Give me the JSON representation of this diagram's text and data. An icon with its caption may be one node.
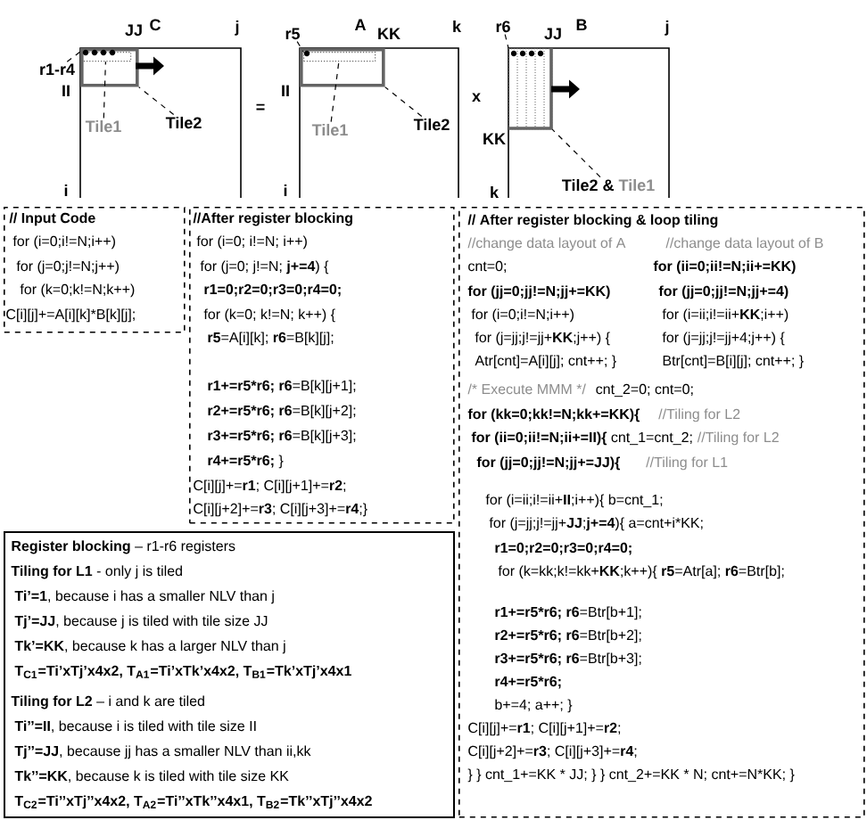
{
  "diagram": {
    "nodes": [
      {
        "text": [
          "C"
        ]
      },
      {
        "text": [],
        "shape": "box",
        "in": 0
      },
      {
        "text": [],
        "shape": "box",
        "in": 1
      },
      {
        "text": [
          "r1-r4"
        ]
      },
      {
        "text": [
          "Tile1"
        ],
        "in": 0
      },
      {
        "text": [
          "Tile2"
        ],
        "in": 0
      },
      {
        "text": [
          "A"
        ]
      },
      {
        "text": [],
        "shape": "box",
        "in": 6
      },
      {
        "text": [],
        "shape": "box",
        "in": 7
      },
      {
        "text": [
          "r5"
        ]
      },
      {
        "text": [
          "Tile1"
        ],
        "in": 6
      },
      {
        "text": [
          "Tile2"
        ],
        "in": 6
      },
      {
        "text": [
          "B"
        ]
      },
      {
        "text": [],
        "shape": "box",
        "in": 12
      },
      {
        "text": [
          "r6"
        ]
      },
      {
        "text": [
          "Tile2 &",
          "Tile1"
        ],
        "in": 12
      },
      {
        "text": [
          "// Input Code",
          "for (i=0;i!=N;i++)",
          "for (j=0;j!=N;j++)",
          "for (k=0;k!=N;k++)",
          "C[i][j]+=A[i][k]*B[k][j];"
        ]
      },
      {
        "text": [
          "//After register blocking",
          "for (i=0; i!=N; i++)",
          "for (j=0; j!=N; **j+=4**) {",
          "r1=0;r2=0;r3=0;r4=0;",
          "for (k=0; k!=N; k++) {",
          "**r5**=A[i][k]; **r6**=B[k][j];",
          "**r1+=r5*r6; r6**=B[k][j+1];",
          "**r2+=r5*r6; r6**=B[k][j+2];",
          "**r3+=r5*r6; r6**=B[k][j+3];",
          "**r4+=r5*r6;** }",
          "C[i][j]+=**r1**; C[i][j+1]+=**r2**;",
          "C[i][j+2]+=**r3**; C[i][j+3]+=**r4**;}"
        ]
      },
      {
        "text": [
          "// After register blocking & loop tiling",
          "//change data layout of A",
          "//change data layout of B",
          "cnt=0;",
          "for (ii=0;ii!=N;ii+=KK)",
          "for (jj=0;jj!=N;jj+=KK)",
          "for (jj=0;jj!=N;jj+=4)",
          "for (i=0;i!=N;i++)",
          "for (i=ii;i!=ii+**KK**;i++)",
          "for (j=jj;j!=jj+**KK**;j++) {",
          "for (j=jj;j!=jj+4;j++) {",
          "Atr[cnt]=A[i][j]; cnt++; }",
          "Btr[cnt]=B[i][j]; cnt++; }",
          "/* Execute MMM */",
          "cnt_2=0; cnt=0;",
          "for (kk=0;kk!=N;kk+=KK){",
          "//Tiling for L2",
          "**for (ii=0;ii!=N;ii+=II){** cnt_1=cnt_2;",
          "//Tiling for L2",
          "for (jj=0;jj!=N;jj+=JJ){",
          "//Tiling for L1",
          "for (i=ii;i!=ii+**II**;i++){ b=cnt_1;",
          "for (j=jj;j!=jj+**JJ**;**j+=4**){ a=cnt+i*KK;",
          "r1=0;r2=0;r3=0;r4=0;",
          "for (k=kk;k!=kk+**KK**;k++){ **r5**=Atr[a]; **r6**=Btr[b];",
          "**r1+=r5*r6; r6**=Btr[b+1];",
          "**r2+=r5*r6; r6**=Btr[b+2];",
          "**r3+=r5*r6; r6**=Btr[b+3];",
          "**r4+=r5*r6;**",
          "b+=4; a++; }",
          "C[i][j]+=**r1**; C[i][j+1]+=**r2**;",
          "C[i][j+2]+=**r3**; C[i][j+3]+=**r4**;",
          "} } cnt_1+=KK * JJ; } } cnt_2+=KK * N; cnt+=N*KK; }"
        ]
      },
      {
        "text": [
          "**Register blocking** – r1-r6 registers",
          "**Tiling for L1** - only j is tiled",
          "**Ti’=1**, because i has a smaller NLV than j",
          "**Tj’=JJ**, because j is tiled with tile size JJ",
          "**Tk’=KK**, because k has a larger NLV than j",
          "T$_{C1}$=Ti’xTj’x4x2, T$_{A1}$=Ti’xTk’x4x2, T$_{B1}$=Tk’xTj’x4x1",
          "**Tiling for L2** – i and k are tiled",
          "**Ti’’=II**, because i is tiled with tile size II",
          "**Tj’’=JJ**, because jj has a smaller NLV than ii,kk",
          "**Tk’’=KK**, because k is tiled with tile size KK",
          "T$_{C2}$=Ti’’xTj’’x4x2, T$_{A2}$=Ti’’xTk’’x4x1, T$_{B2}$=Tk’’xTj’’x4x2"
        ]
      }
    ],
    "edges": [
      {
        "from": 3,
        "to": 2,
        "arrow": "none",
        "style": "dashed"
      },
      {
        "from": 4,
        "to": 2,
        "arrow": "none",
        "style": "dashed"
      },
      {
        "from": 5,
        "to": 1,
        "arrow": "none",
        "style": "dashed"
      },
      {
        "from": 9,
        "to": 8,
        "arrow": "none",
        "style": "dashed"
      },
      {
        "from": 10,
        "to": 8,
        "arrow": "none",
        "style": "dashed"
      },
      {
        "from": 11,
        "to": 7,
        "arrow": "none",
        "style": "dashed"
      },
      {
        "from": 14,
        "to": 13,
        "arrow": "none",
        "style": "dashed"
      },
      {
        "from": 15,
        "to": 13,
        "arrow": "none",
        "style": "dashed"
      }
    ],
    "labels": [
      "JJ",
      "j",
      "II",
      "i",
      "=",
      "KK",
      "k",
      "II",
      "i",
      "x",
      "JJ",
      "j",
      "KK",
      "k"
    ]
  }
}
